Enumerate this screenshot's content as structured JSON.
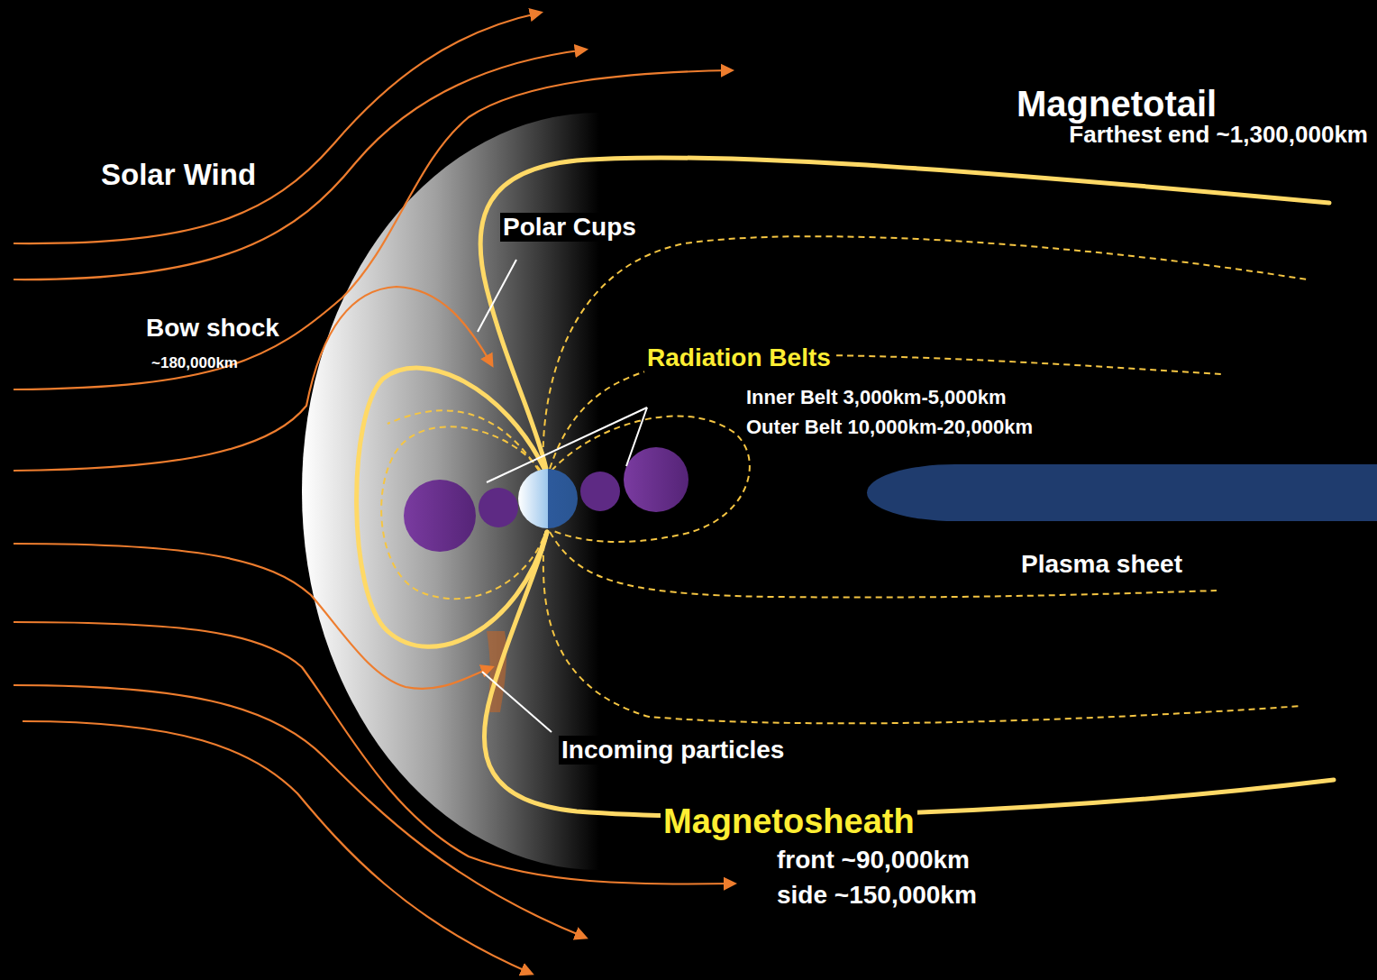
{
  "diagram": {
    "labels": [
      "Solar Wind",
      "Bow shock",
      "~180,000km",
      "Polar Cups",
      "Radiation Belts",
      "Inner Belt 3,000km-5,000km",
      "Outer Belt 10,000km-20,000km",
      "Magnetotail",
      "Farthest end ~1,300,000km",
      "Plasma sheet",
      "Incoming particles",
      "Magnetosheath",
      "front ~90,000km",
      "side ~150,000km"
    ]
  }
}
